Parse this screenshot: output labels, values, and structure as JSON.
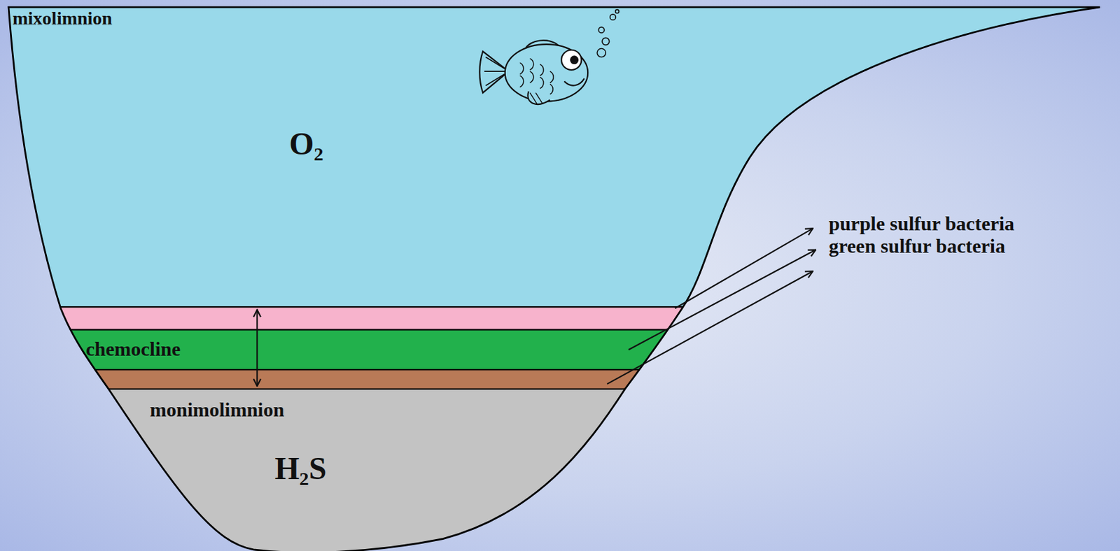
{
  "diagram": {
    "nodes": [
      {
        "text": [
          "mixolimnion",
          "O₂"
        ]
      },
      {
        "text": [
          "chemocline"
        ]
      },
      {
        "text": [
          "monimolimnion",
          "H₂S"
        ]
      }
    ],
    "labels": [
      "purple sulfur bacteria",
      "green sulfur bacteria"
    ]
  }
}
